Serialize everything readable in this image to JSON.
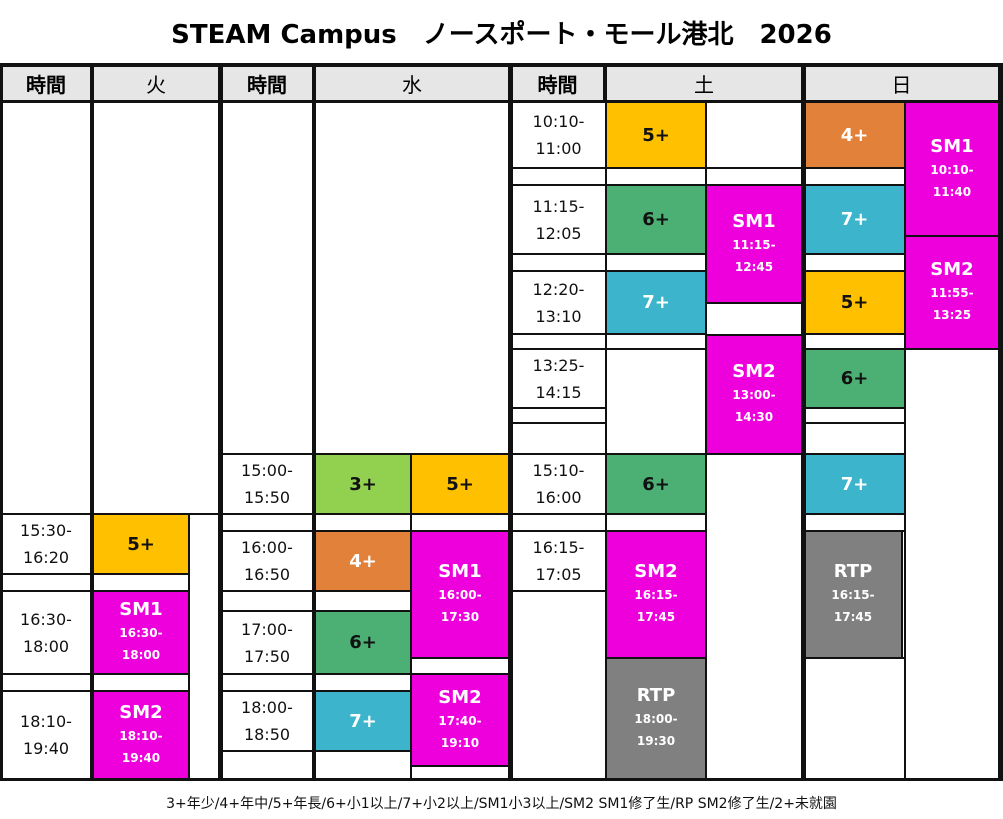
{
  "title": "STEAM Campus　ノースポート・モール港北　2026",
  "headers": {
    "time": "時間",
    "tue": "火",
    "wed": "水",
    "sat": "土",
    "sun": "日"
  },
  "colors": {
    "3+": "#92d050",
    "4+": "#e2823a",
    "5+": "#ffc000",
    "6+": "#4caf74",
    "7+": "#3cb4cc",
    "SM1": "#ee00dd",
    "SM2": "#ee00dd",
    "RTP": "#808080"
  },
  "text_colors": {
    "3+": "#111111",
    "4+": "#ffffff",
    "5+": "#111111",
    "6+": "#111111",
    "7+": "#ffffff",
    "SM1": "#ffffff",
    "SM2": "#ffffff",
    "RTP": "#ffffff"
  },
  "tue": {
    "times": [
      "15:30-\n16:20",
      "16:30-\n18:00",
      "18:10-\n19:40"
    ],
    "classes": [
      {
        "label": "5+"
      },
      {
        "label": "SM1",
        "time": "16:30-\n18:00"
      },
      {
        "label": "SM2",
        "time": "18:10-\n19:40"
      }
    ]
  },
  "wed": {
    "times": [
      "15:00-\n15:50",
      "16:00-\n16:50",
      "17:00-\n17:50",
      "18:00-\n18:50"
    ],
    "classes": [
      {
        "label": "3+"
      },
      {
        "label": "5+"
      },
      {
        "label": "4+"
      },
      {
        "label": "SM1",
        "time": "16:00-\n17:30"
      },
      {
        "label": "6+"
      },
      {
        "label": "7+"
      },
      {
        "label": "SM2",
        "time": "17:40-\n19:10"
      }
    ]
  },
  "sat": {
    "times": [
      "10:10-\n11:00",
      "11:15-\n12:05",
      "12:20-\n13:10",
      "13:25-\n14:15",
      "15:10-\n16:00",
      "16:15-\n17:05"
    ],
    "classes": [
      {
        "label": "5+"
      },
      {
        "label": "6+"
      },
      {
        "label": "SM1",
        "time": "11:15-\n12:45"
      },
      {
        "label": "7+"
      },
      {
        "label": "SM2",
        "time": "13:00-\n14:30"
      },
      {
        "label": "6+"
      },
      {
        "label": "SM2",
        "time": "16:15-\n17:45"
      },
      {
        "label": "RTP",
        "time": "18:00-\n19:30"
      }
    ]
  },
  "sun": {
    "classes": [
      {
        "label": "4+"
      },
      {
        "label": "SM1",
        "time": "10:10-\n11:40"
      },
      {
        "label": "7+"
      },
      {
        "label": "SM2",
        "time": "11:55-\n13:25"
      },
      {
        "label": "5+"
      },
      {
        "label": "6+"
      },
      {
        "label": "7+"
      },
      {
        "label": "RTP",
        "time": "16:15-\n17:45"
      }
    ]
  },
  "legend": "3+年少/4+年中/5+年長/6+小1以上/7+小2以上/SM1小3以上/SM2 SM1修了生/RP SM2修了生/2+未就園"
}
